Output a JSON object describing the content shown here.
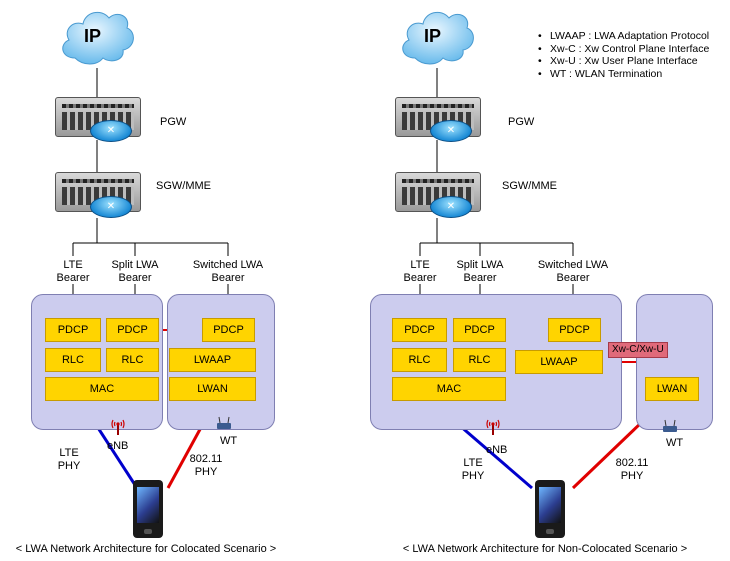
{
  "colocated": {
    "cloud_text": "IP",
    "pgw_label": "PGW",
    "sgw_label": "SGW/MME",
    "bearers": {
      "lte": "LTE\nBearer",
      "split": "Split LWA\nBearer",
      "switched": "Switched LWA\nBearer"
    },
    "blocks": {
      "pdcp": "PDCP",
      "rlc": "RLC",
      "mac": "MAC",
      "lwaap": "LWAAP",
      "lwan": "LWAN"
    },
    "enb_label": "eNB",
    "wt_label": "WT",
    "lte_phy": "LTE\nPHY",
    "wifi_phy": "802.11\nPHY",
    "caption": "< LWA Network Architecture for Colocated Scenario >"
  },
  "noncolocated": {
    "cloud_text": "IP",
    "pgw_label": "PGW",
    "sgw_label": "SGW/MME",
    "bearers": {
      "lte": "LTE\nBearer",
      "split": "Split LWA\nBearer",
      "switched": "Switched LWA\nBearer"
    },
    "blocks": {
      "pdcp": "PDCP",
      "rlc": "RLC",
      "mac": "MAC",
      "lwaap": "LWAAP",
      "lwan": "LWAN"
    },
    "interface_tag": "Xw-C/Xw-U",
    "enb_label": "eNB",
    "wt_label": "WT",
    "lte_phy": "LTE\nPHY",
    "wifi_phy": "802.11\nPHY",
    "caption": "< LWA Network Architecture for Non-Colocated Scenario >"
  },
  "legend": [
    "LWAAP : LWA Adaptation Protocol",
    "Xw-C : Xw Control Plane Interface",
    "Xw-U : Xw User Plane Interface",
    "WT : WLAN Termination"
  ],
  "colors": {
    "group_fill": "#ccccee",
    "block_fill": "#ffd400",
    "lte_link": "#0000cc",
    "wlan_link": "#e00000",
    "xw_tag": "#e06a7a"
  }
}
